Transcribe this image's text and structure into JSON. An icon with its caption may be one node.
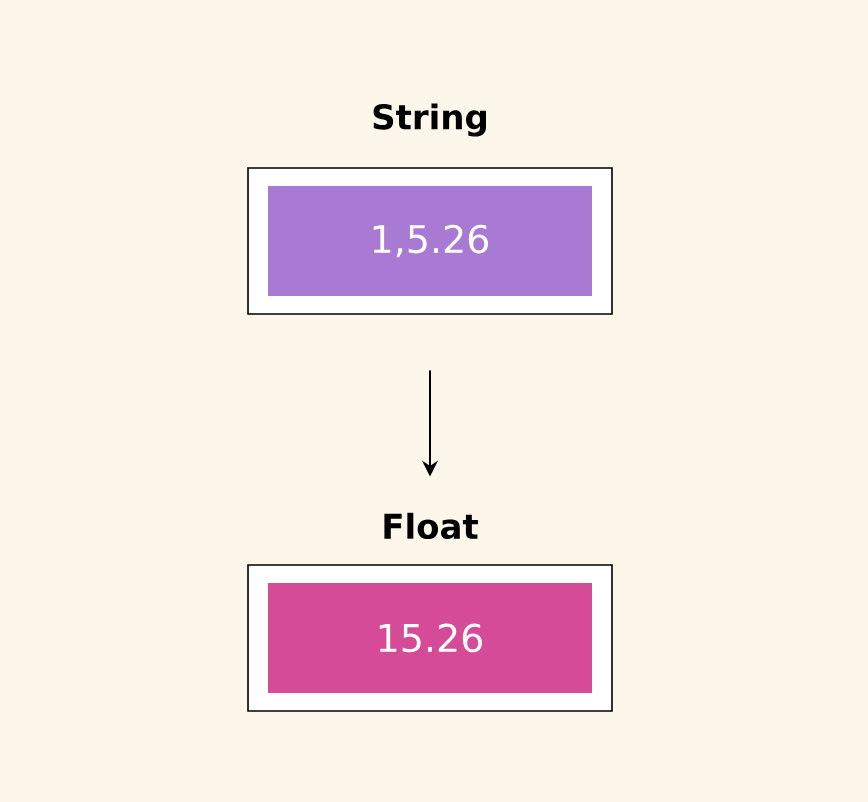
{
  "diagram": {
    "nodes": [
      {
        "text": [
          "String",
          "1,5.26"
        ]
      },
      {
        "text": [
          "Float",
          "15.26"
        ]
      }
    ],
    "edges": [
      {
        "from": 0,
        "to": 1,
        "arrow": "to"
      }
    ]
  }
}
